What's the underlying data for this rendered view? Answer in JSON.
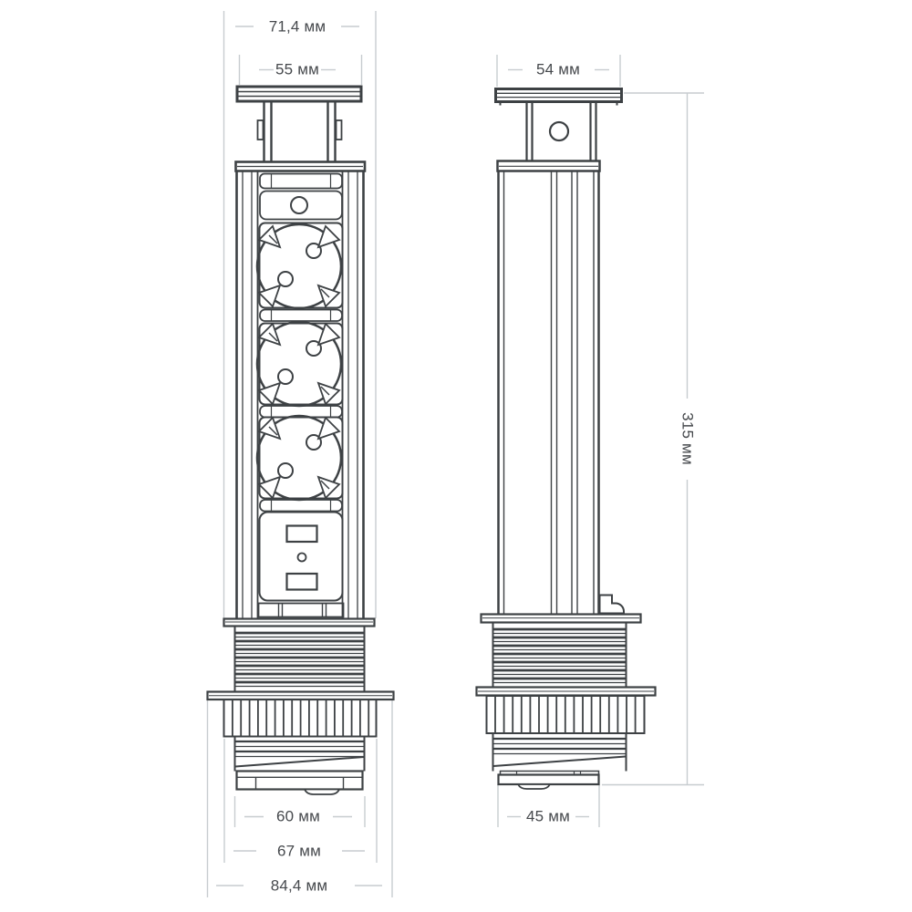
{
  "colors": {
    "line": "#3d4144",
    "dimension_line": "#c7cccf",
    "label_text": "#46494d",
    "background": "#ffffff"
  },
  "front_view": {
    "socket_count": 3,
    "usb_slot_count": 2,
    "labels": {
      "top_width_outer": "71,4 мм",
      "top_width_cap": "55 мм",
      "bottom_width_thread": "60 мм",
      "bottom_width_ring": "67 мм",
      "bottom_width_base": "84,4 мм"
    }
  },
  "side_view": {
    "labels": {
      "top_width_cap": "54 мм",
      "total_height": "315 мм",
      "bottom_width_cap": "45 мм"
    }
  }
}
